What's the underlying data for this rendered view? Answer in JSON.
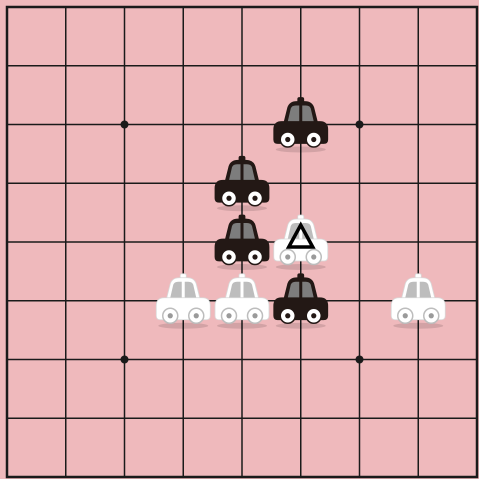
{
  "board": {
    "size": 9,
    "background": "#efb9bc",
    "line_color": "#1a1a1a",
    "star_points": [
      [
        2,
        2
      ],
      [
        6,
        2
      ],
      [
        2,
        6
      ],
      [
        6,
        6
      ]
    ]
  },
  "stones": [
    {
      "col": 5,
      "row": 2,
      "color": "black"
    },
    {
      "col": 4,
      "row": 3,
      "color": "black"
    },
    {
      "col": 4,
      "row": 4,
      "color": "black"
    },
    {
      "col": 5,
      "row": 4,
      "color": "white",
      "marker": "triangle"
    },
    {
      "col": 3,
      "row": 5,
      "color": "white"
    },
    {
      "col": 4,
      "row": 5,
      "color": "white"
    },
    {
      "col": 5,
      "row": 5,
      "color": "black"
    },
    {
      "col": 7,
      "row": 5,
      "color": "white"
    }
  ],
  "piece_icon": "car-icon",
  "colors": {
    "black_body": "#231815",
    "black_window": "#7d7d7d",
    "white_body": "#ffffff",
    "white_window": "#bdbdbd",
    "marker": "#000000"
  }
}
